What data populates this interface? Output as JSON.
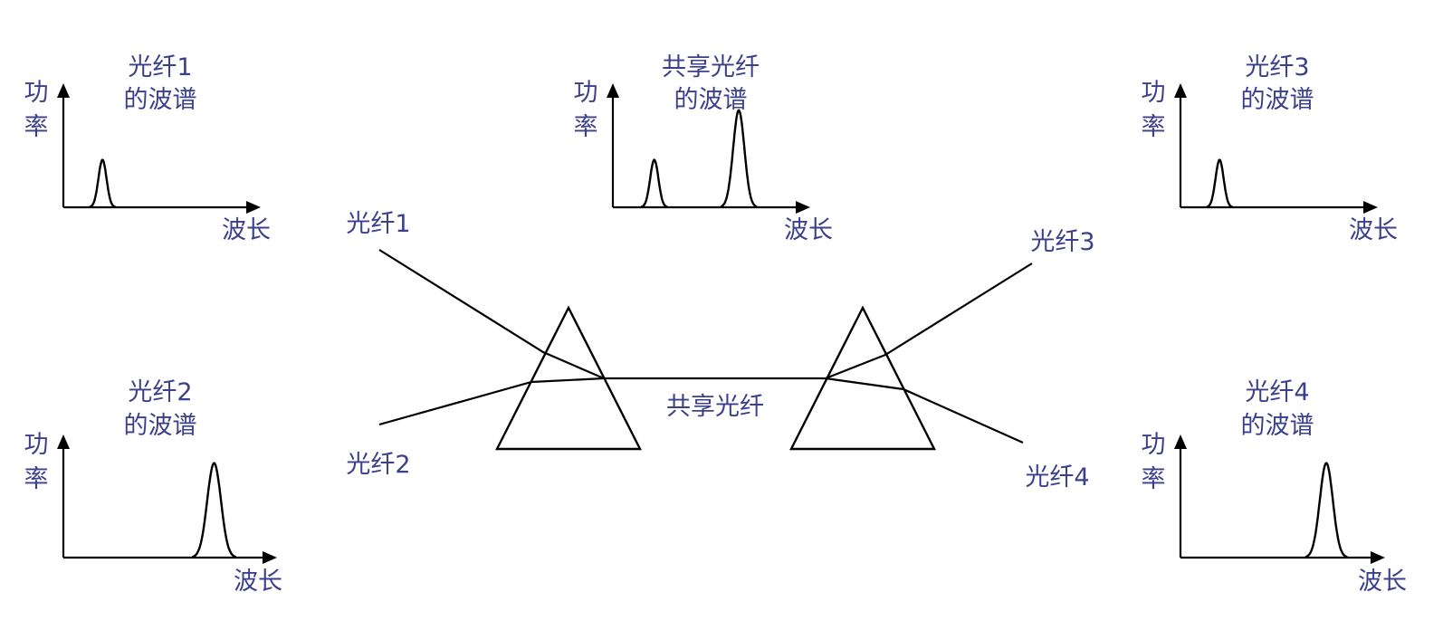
{
  "colors": {
    "text": "#3b3f8c",
    "lines": "#000000",
    "background": "#ffffff"
  },
  "spectra": [
    {
      "id": "fiber1",
      "title_line1": "光纤1",
      "title_line2": "的波谱",
      "ylabel_line1": "功",
      "ylabel_line2": "率",
      "xlabel": "波长",
      "peaks": [
        {
          "center": 0.24,
          "height": 0.44,
          "width": 0.055
        }
      ]
    },
    {
      "id": "shared",
      "title_line1": "共享光纤",
      "title_line2": "的波谱",
      "ylabel_line1": "功",
      "ylabel_line2": "率",
      "xlabel": "波长",
      "peaks": [
        {
          "center": 0.25,
          "height": 0.44,
          "width": 0.055
        },
        {
          "center": 0.76,
          "height": 0.9,
          "width": 0.075
        }
      ]
    },
    {
      "id": "fiber3",
      "title_line1": "光纤3",
      "title_line2": "的波谱",
      "ylabel_line1": "功",
      "ylabel_line2": "率",
      "xlabel": "波长",
      "peaks": [
        {
          "center": 0.24,
          "height": 0.44,
          "width": 0.055
        }
      ]
    },
    {
      "id": "fiber2",
      "title_line1": "光纤2",
      "title_line2": "的波谱",
      "ylabel_line1": "功",
      "ylabel_line2": "率",
      "xlabel": "波长",
      "peaks": [
        {
          "center": 0.75,
          "height": 0.9,
          "width": 0.075
        }
      ]
    },
    {
      "id": "fiber4",
      "title_line1": "光纤4",
      "title_line2": "的波谱",
      "ylabel_line1": "功",
      "ylabel_line2": "率",
      "xlabel": "波长",
      "peaks": [
        {
          "center": 0.76,
          "height": 0.9,
          "width": 0.075
        }
      ]
    }
  ],
  "fibers": {
    "fiber1_label": "光纤1",
    "fiber2_label": "光纤2",
    "fiber3_label": "光纤3",
    "fiber4_label": "光纤4",
    "shared_label": "共享光纤"
  }
}
